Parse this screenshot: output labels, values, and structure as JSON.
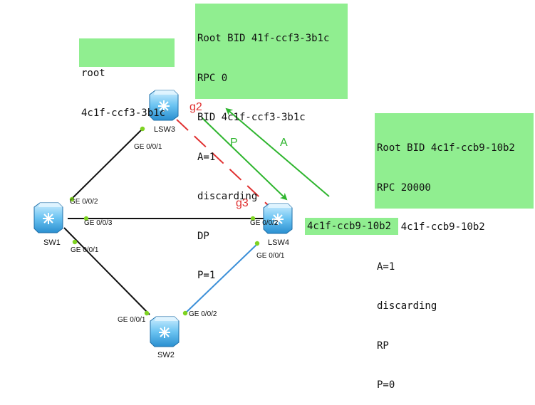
{
  "colors": {
    "note_bg": "#90ee90",
    "link_black": "#111111",
    "link_blue": "#3b8fd8",
    "link_red_dashed": "#e03030",
    "arrow_green": "#2eb52e",
    "port_dot": "#7ed321"
  },
  "devices": {
    "lsw3": "LSW3",
    "lsw4": "LSW4",
    "sw1": "SW1",
    "sw2": "SW2"
  },
  "ports": {
    "lsw3_g001": "GE 0/0/1",
    "sw1_g002": "GE 0/0/2",
    "sw1_g003": "GE 0/0/3",
    "sw1_g001": "GE 0/0/1",
    "lsw4_g002": "GE 0/0/2",
    "lsw4_g001": "GE 0/0/1",
    "sw2_g001": "GE 0/0/1",
    "sw2_g002": "GE 0/0/2"
  },
  "port_markers": {
    "g2": "g2",
    "g3": "g3"
  },
  "arrows": {
    "proposal": "P",
    "agreement": "A"
  },
  "notes": {
    "root": [
      "root",
      "4c1f-ccf3-3b1c"
    ],
    "lsw3_port": [
      "Root BID 41f-ccf3-3b1c",
      "RPC 0",
      "BID 4c1f-ccf3-3b1c",
      "A=1",
      "discarding",
      "DP",
      "P=1"
    ],
    "lsw4_port": [
      "Root BID 4c1f-ccb9-10b2",
      "RPC 20000",
      "BID 4c1f-ccb9-10b2",
      "A=1",
      "discarding",
      "RP",
      "P=0"
    ],
    "lsw4_bid": "4c1f-ccb9-10b2"
  }
}
